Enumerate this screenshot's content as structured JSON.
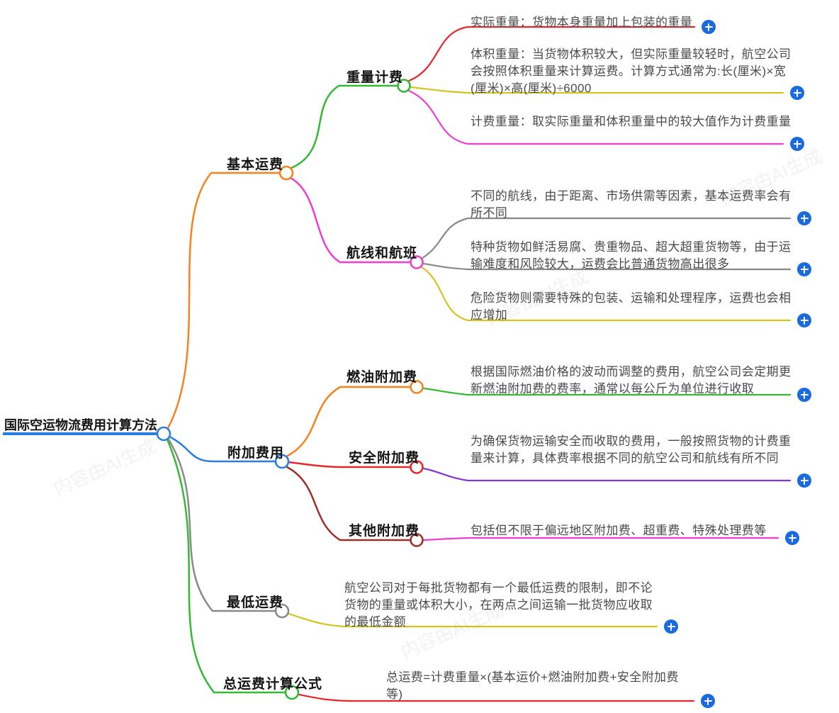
{
  "title": "国际空运物流费用计算方法",
  "watermark": "内容由AI生成",
  "colors": {
    "root_blue": "#2a7de1",
    "orange": "#f8811f",
    "green": "#33b933",
    "red": "#e8262d",
    "yellow": "#d3c41e",
    "magenta": "#ee3ed2",
    "gray": "#8a8a8a",
    "purple": "#8636d6",
    "dark_red": "#9d2f27",
    "plus_blue": "#1b6be0"
  },
  "branches": [
    {
      "label": "基本运费",
      "children": [
        {
          "label": "重量计费",
          "leaves": [
            "实际重量：货物本身重量加上包装的重量",
            "体积重量：当货物体积较大，但实际重量较轻时，航空公司会按照体积重量来计算运费。计算方式通常为:长(厘米)×宽(厘米)×高(厘米)÷6000",
            "计费重量：取实际重量和体积重量中的较大值作为计费重量"
          ]
        },
        {
          "label": "航线和航班",
          "leaves": [
            "不同的航线，由于距离、市场供需等因素，基本运费率会有所不同",
            "特种货物如鲜活易腐、贵重物品、超大超重货物等，由于运输难度和风险较大，运费会比普通货物高出很多",
            "危险货物则需要特殊的包装、运输和处理程序，运费也会相应增加"
          ]
        }
      ]
    },
    {
      "label": "附加费用",
      "children": [
        {
          "label": "燃油附加费",
          "leaves": [
            "根据国际燃油价格的波动而调整的费用，航空公司会定期更新燃油附加费的费率，通常以每公斤为单位进行收取"
          ]
        },
        {
          "label": "安全附加费",
          "leaves": [
            "为确保货物运输安全而收取的费用，一般按照货物的计费重量来计算，具体费率根据不同的航空公司和航线有所不同"
          ]
        },
        {
          "label": "其他附加费",
          "leaves": [
            "包括但不限于偏远地区附加费、超重费、特殊处理费等"
          ]
        }
      ]
    },
    {
      "label": "最低运费",
      "leaves": [
        "航空公司对于每批货物都有一个最低运费的限制，即不论货物的重量或体积大小，在两点之间运输一批货物应收取的最低金额"
      ]
    },
    {
      "label": "总运费计算公式",
      "leaves": [
        "总运费=计费重量×(基本运价+燃油附加费+安全附加费等)"
      ]
    }
  ]
}
